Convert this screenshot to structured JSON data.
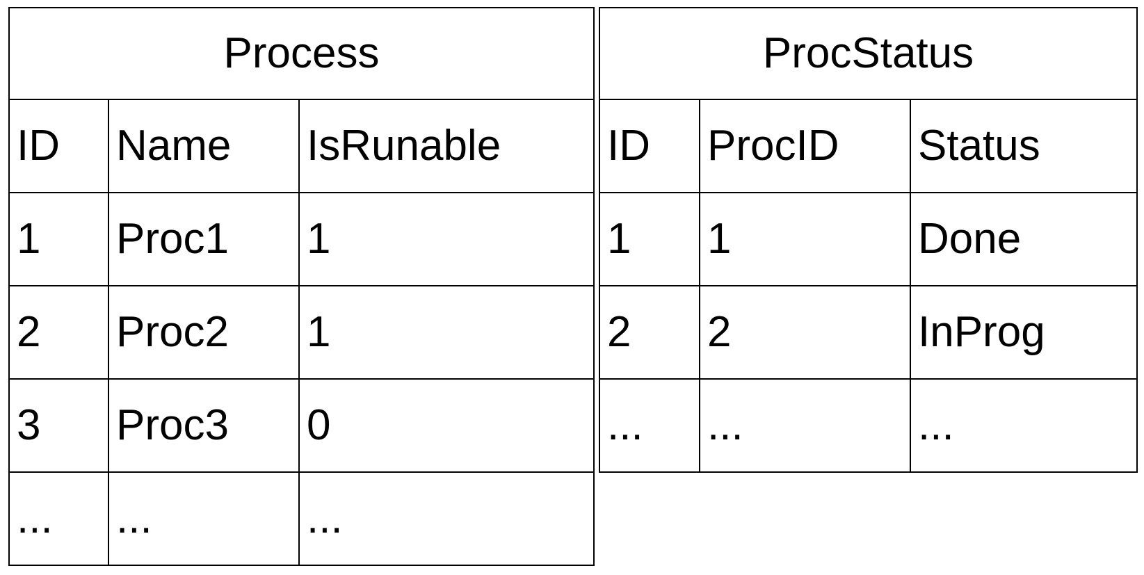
{
  "diagram": {
    "kind": "entity-tables",
    "background_color": "#ffffff",
    "line_color": "#000000",
    "text_color": "#000000",
    "tables": [
      {
        "id": "process",
        "title": "Process",
        "columns": [
          "ID",
          "Name",
          "IsRunable"
        ],
        "rows": [
          [
            "1",
            "Proc1",
            "1"
          ],
          [
            "2",
            "Proc2",
            "1"
          ],
          [
            "3",
            "Proc3",
            "0"
          ],
          [
            "...",
            "...",
            "..."
          ]
        ]
      },
      {
        "id": "procstatus",
        "title": "ProcStatus",
        "columns": [
          "ID",
          "ProcID",
          "Status"
        ],
        "rows": [
          [
            "1",
            "1",
            "Done"
          ],
          [
            "2",
            "2",
            "InProg"
          ],
          [
            "...",
            "...",
            "..."
          ]
        ]
      }
    ]
  }
}
